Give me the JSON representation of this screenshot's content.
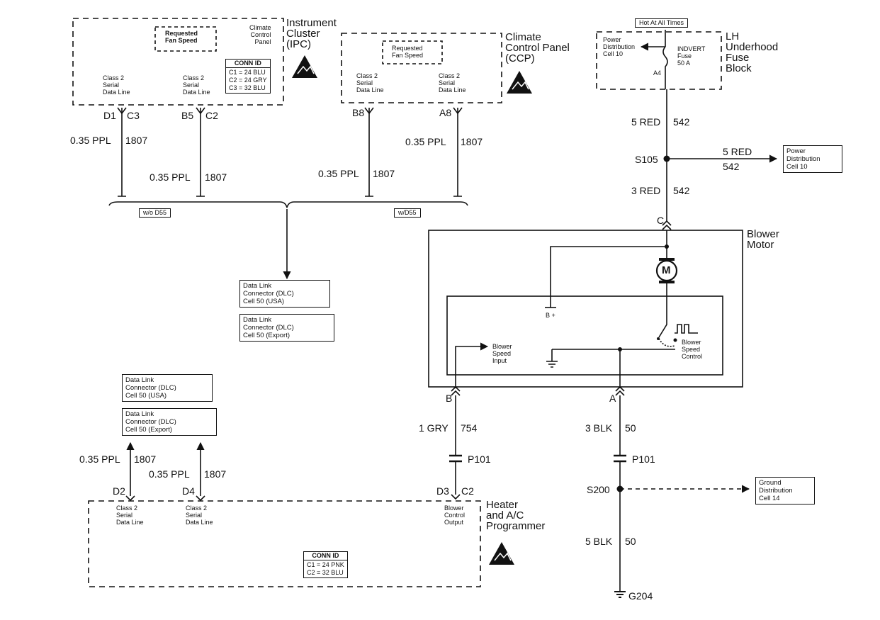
{
  "ipc": {
    "title": "Instrument\nCluster\n(IPC)",
    "requested": "Requested\nFan Speed",
    "ccp_ref": "Climate\nControl\nPanel",
    "data_line_1": "Class 2\nSerial\nData Line",
    "data_line_2": "Class 2\nSerial\nData Line",
    "conn_id": {
      "header": "CONN ID",
      "rows": "C1 = 24 BLU\nC2 = 24 GRY\nC3 = 32 BLU"
    },
    "pin1_a": "D1",
    "pin1_b": "C3",
    "pin2_a": "B5",
    "pin2_b": "C2"
  },
  "ccp": {
    "title": "Climate\nControl Panel\n(CCP)",
    "requested": "Requested\nFan Speed",
    "data_line_1": "Class 2\nSerial\nData Line",
    "data_line_2": "Class 2\nSerial\nData Line",
    "pin1": "B8",
    "pin2": "A8"
  },
  "fuse_block": {
    "hot_label": "Hot At All Times",
    "title": "LH\nUnderhood\nFuse\nBlock",
    "power_dist": "Power\nDistribution\nCell 10",
    "fuse": "INDVERT\nFuse\n50 A",
    "pin": "A4"
  },
  "wires": {
    "ipc_d1": {
      "gauge": "0.35 PPL",
      "circuit": "1807"
    },
    "ipc_b5": {
      "gauge": "0.35 PPL",
      "circuit": "1807"
    },
    "ccp_b8": {
      "gauge": "0.35 PPL",
      "circuit": "1807"
    },
    "ccp_a8": {
      "gauge": "0.35 PPL",
      "circuit": "1807"
    },
    "fuse_out": {
      "gauge": "5 RED",
      "circuit": "542"
    },
    "s105_branch": {
      "gauge": "5 RED",
      "circuit": "542"
    },
    "s105_to_blower": {
      "gauge": "3 RED",
      "circuit": "542"
    },
    "blower_b": {
      "gauge": "1 GRY",
      "circuit": "754"
    },
    "blower_a": {
      "gauge": "3 BLK",
      "circuit": "50"
    },
    "s200_ground": {
      "gauge": "5 BLK",
      "circuit": "50"
    },
    "hvac_d2": {
      "gauge": "0.35 PPL",
      "circuit": "1807"
    },
    "hvac_d4": {
      "gauge": "0.35 PPL",
      "circuit": "1807"
    }
  },
  "splices": {
    "s105": "S105",
    "s200": "S200",
    "p101_b": "P101",
    "p101_a": "P101",
    "g204": "G204"
  },
  "options": {
    "without": "w/o D55",
    "with": "w/D55"
  },
  "dlc": {
    "usa_1": "Data Link\nConnector (DLC)\nCell 50 (USA)",
    "export_1": "Data Link\nConnector (DLC)\nCell 50 (Export)",
    "usa_2": "Data Link\nConnector (DLC)\nCell 50 (USA)",
    "export_2": "Data Link\nConnector (DLC)\nCell 50 (Export)"
  },
  "power_dist_box": "Power\nDistribution\nCell 10",
  "ground_dist_box": "Ground\nDistribution\nCell 14",
  "blower_motor": {
    "title": "Blower\nMotor",
    "motor_symbol": "M",
    "pin_c": "C",
    "pin_b": "B",
    "pin_a": "A",
    "bplus": "B +",
    "speed_input": "Blower\nSpeed\nInput",
    "speed_control": "Blower\nSpeed\nControl"
  },
  "hvac": {
    "title": "Heater\nand A/C\nProgrammer",
    "data_line_1": "Class 2\nSerial\nData Line",
    "data_line_2": "Class 2\nSerial\nData Line",
    "blower_output": "Blower\nControl\nOutput",
    "pin_d2": "D2",
    "pin_d4": "D4",
    "pin_d3": "D3",
    "pin_c2": "C2",
    "conn_id": {
      "header": "CONN ID",
      "rows": "C1 = 24 PNK\nC2 = 32 BLU"
    }
  },
  "icons": {
    "esd_ipc": "esd-warning-icon",
    "esd_ccp": "esd-warning-icon",
    "esd_hvac": "esd-warning-icon",
    "ground": "ground-symbol-icon"
  }
}
